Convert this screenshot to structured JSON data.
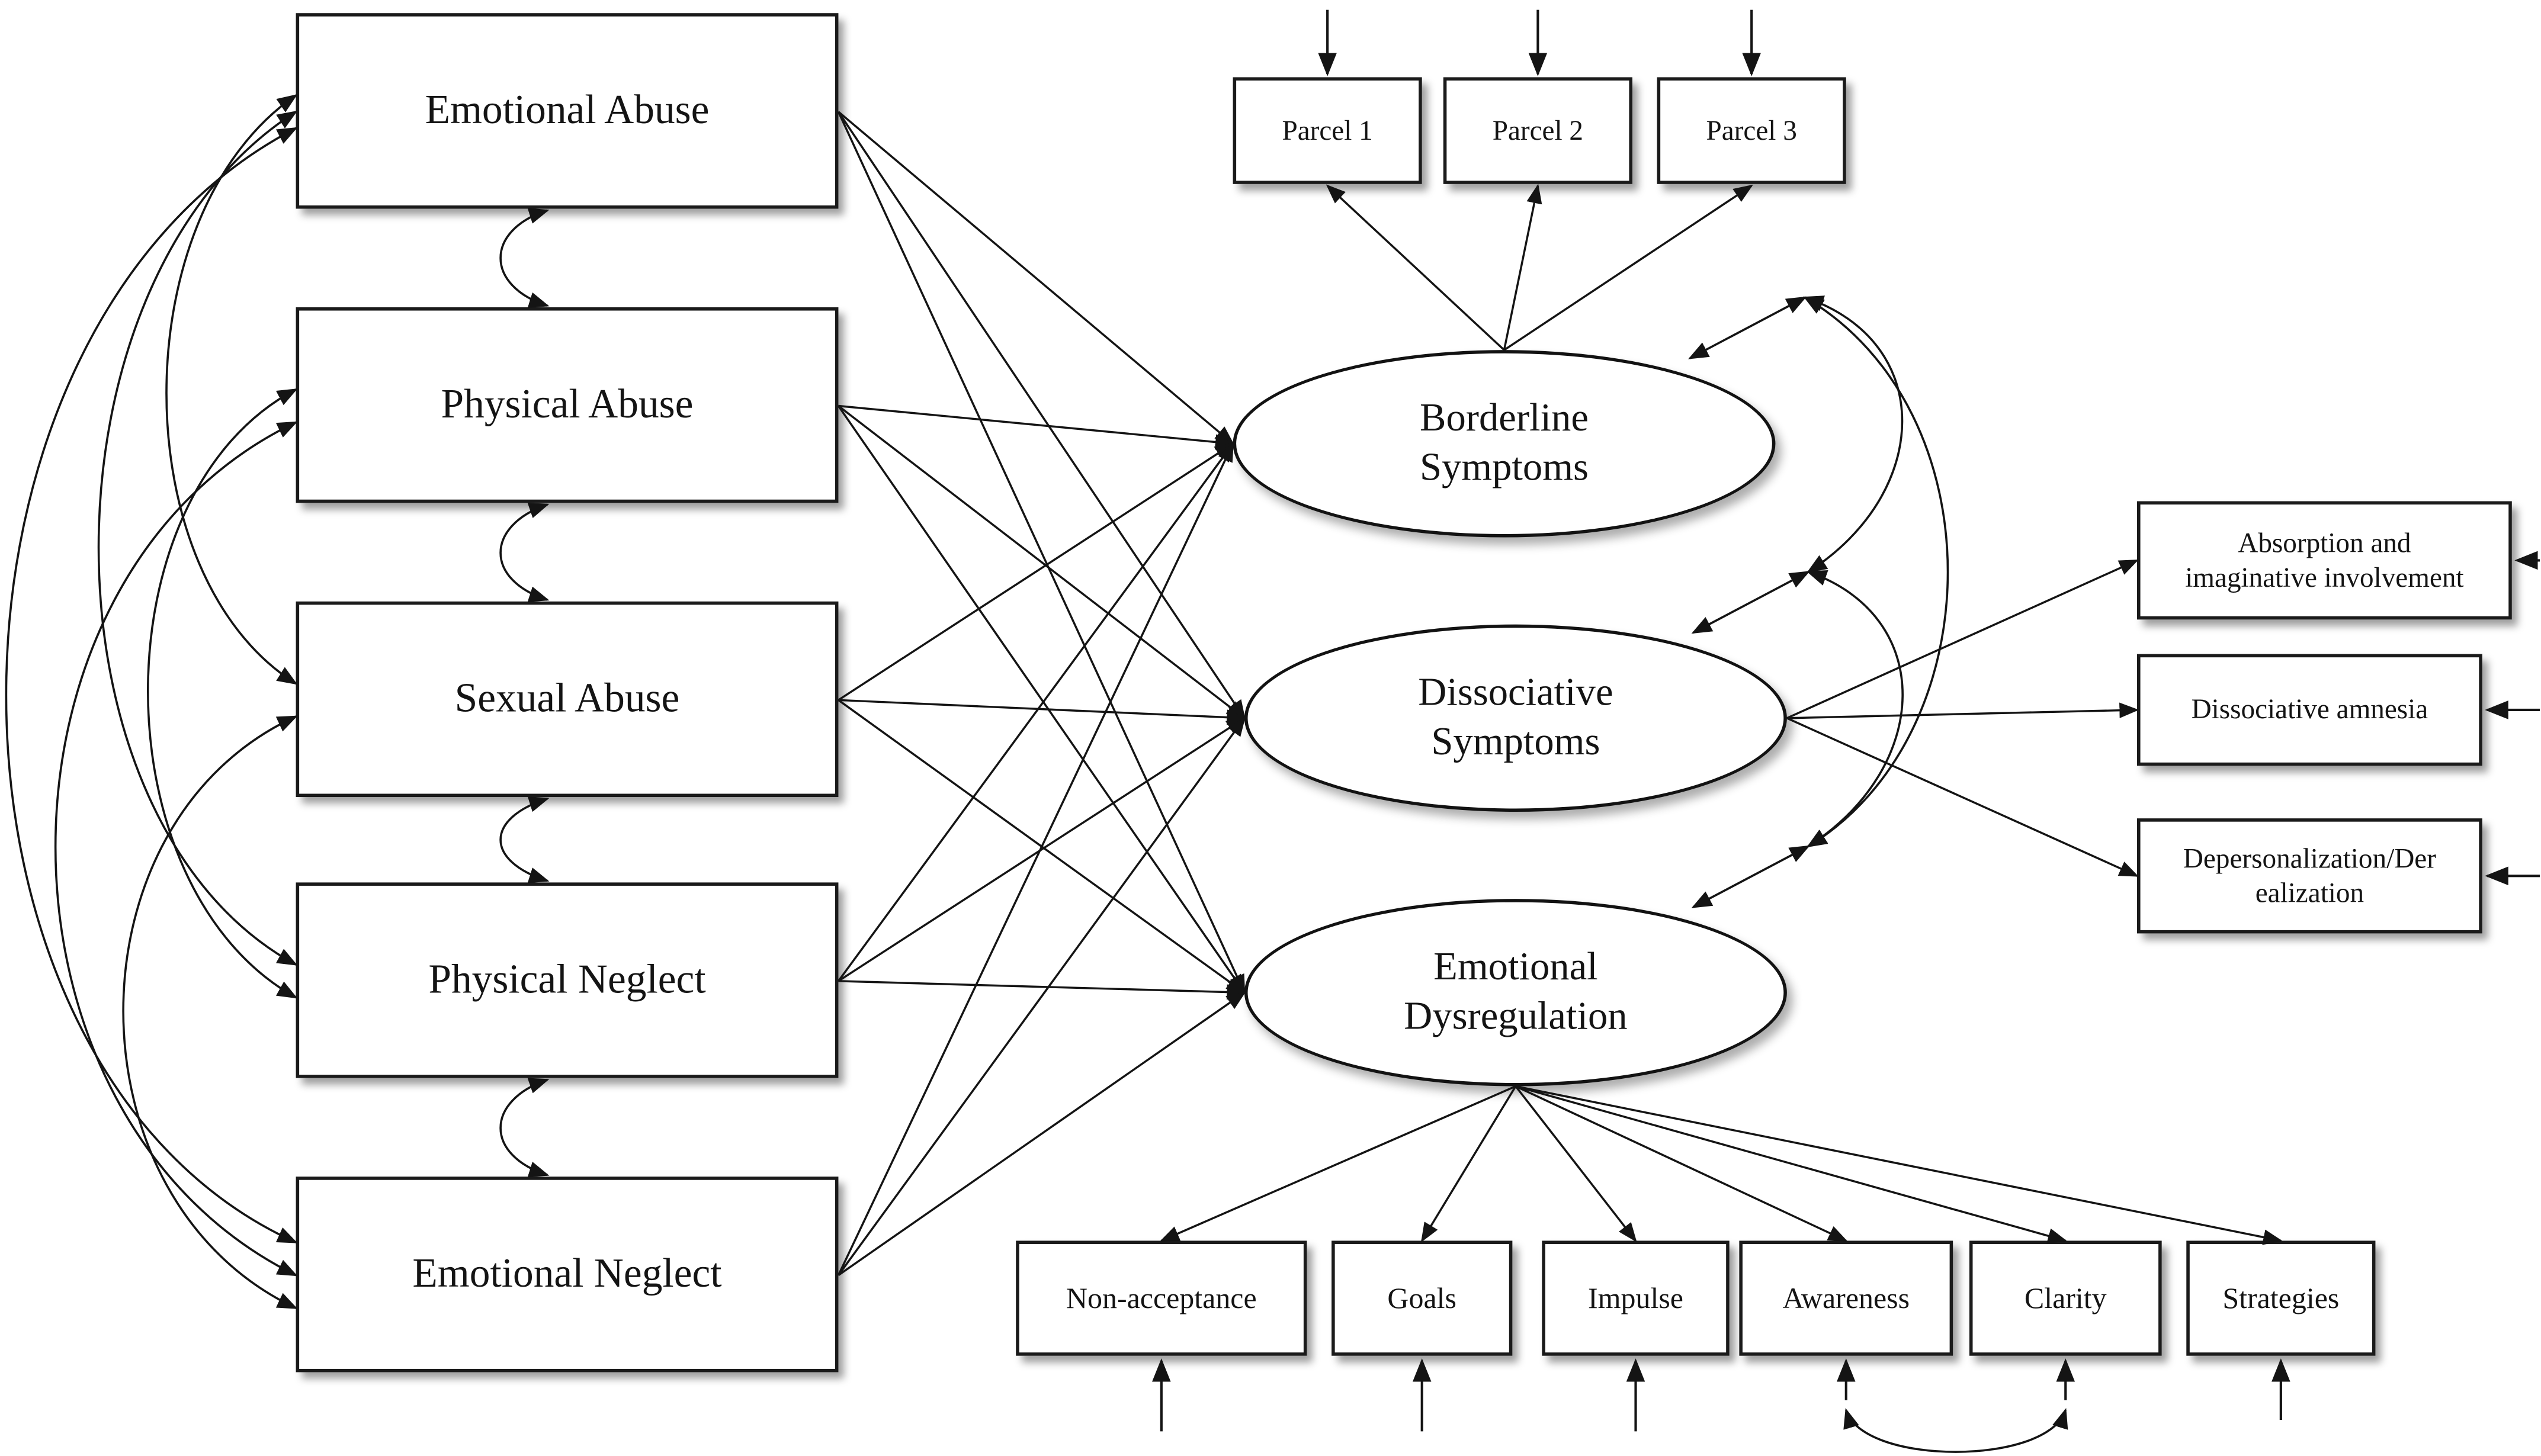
{
  "figure": {
    "type": "sem-path-diagram",
    "colors": {
      "ink": "#141414",
      "background": "#ffffff"
    },
    "predictors": [
      {
        "label": "Emotional Abuse"
      },
      {
        "label": "Physical Abuse"
      },
      {
        "label": "Sexual Abuse"
      },
      {
        "label": "Physical Neglect"
      },
      {
        "label": "Emotional Neglect"
      }
    ],
    "latents": [
      {
        "lines": [
          "Borderline",
          "Symptoms"
        ]
      },
      {
        "lines": [
          "Dissociative",
          "Symptoms"
        ]
      },
      {
        "lines": [
          "Emotional",
          "Dysregulation"
        ]
      }
    ],
    "parcels": [
      {
        "label": "Parcel 1"
      },
      {
        "label": "Parcel 2"
      },
      {
        "label": "Parcel 3"
      }
    ],
    "dissociation_indicators": [
      {
        "lines": [
          "Absorption and",
          "imaginative involvement"
        ]
      },
      {
        "lines": [
          "Dissociative amnesia"
        ]
      },
      {
        "lines": [
          "Depersonalization/Der",
          "ealization"
        ]
      }
    ],
    "dysregulation_indicators": [
      {
        "label": "Non-acceptance"
      },
      {
        "label": "Goals"
      },
      {
        "label": "Impulse"
      },
      {
        "label": "Awareness"
      },
      {
        "label": "Clarity"
      },
      {
        "label": "Strategies"
      }
    ]
  }
}
